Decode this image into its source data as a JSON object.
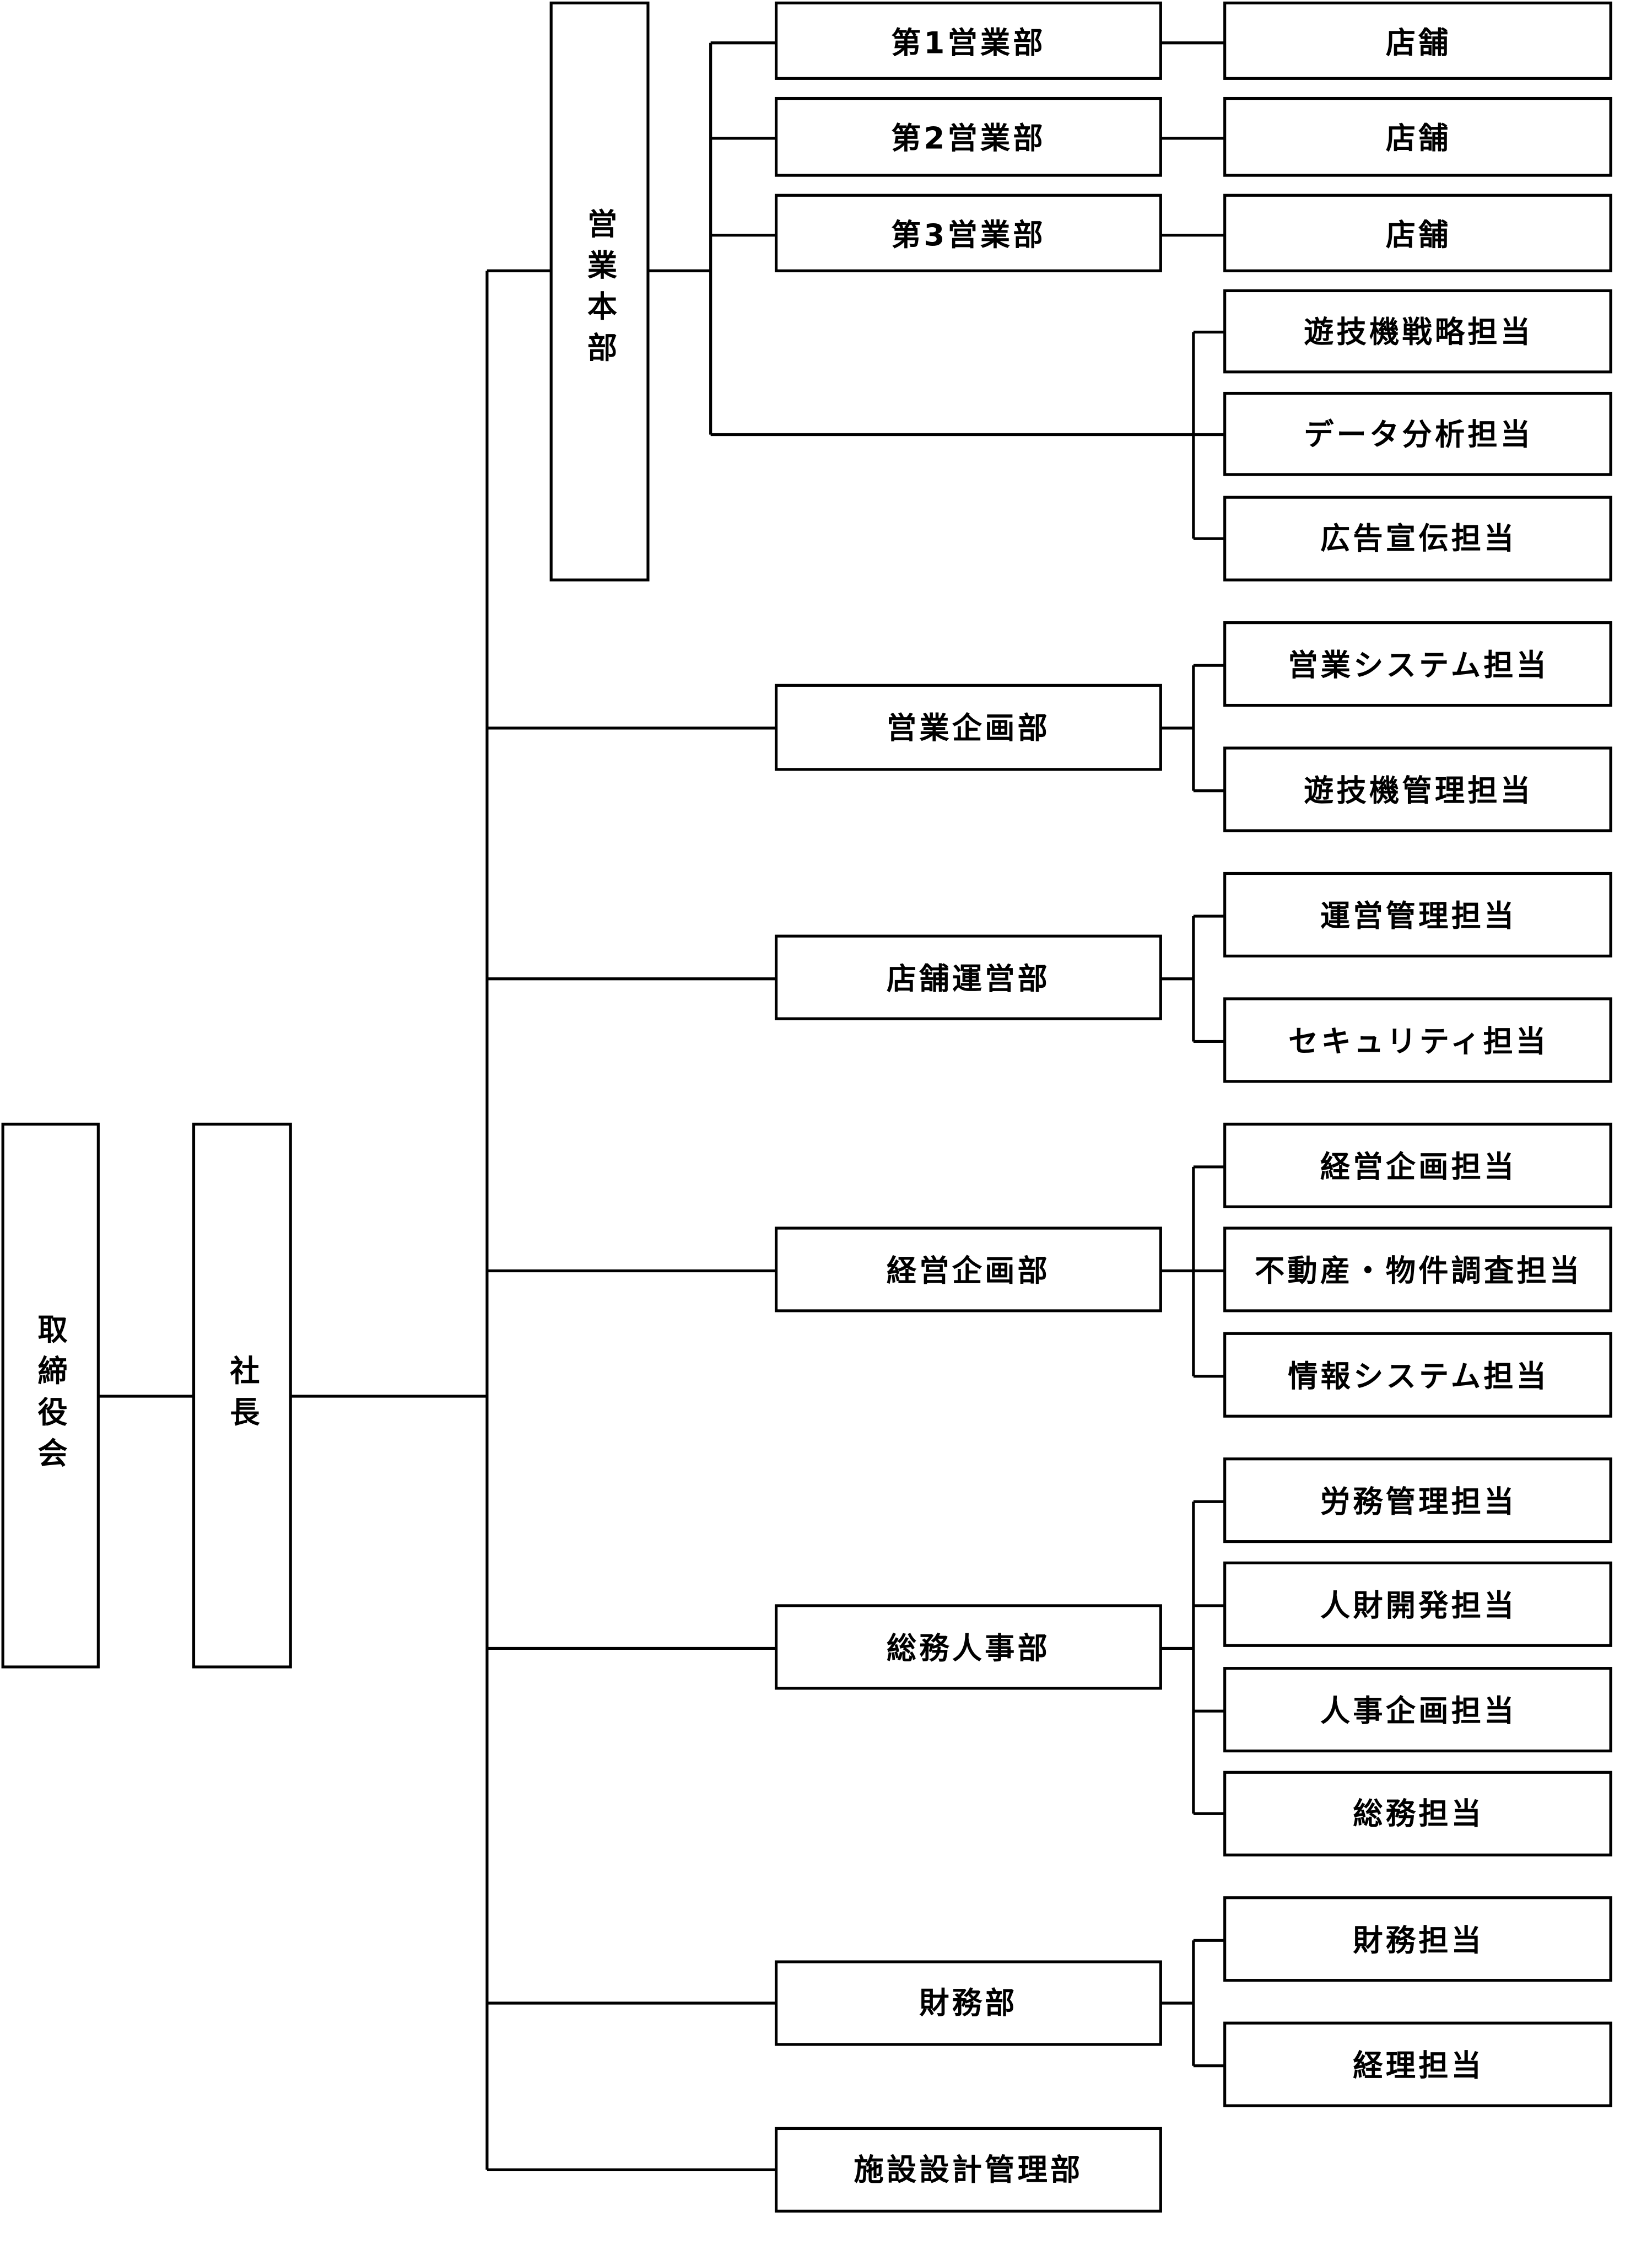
{
  "board": "取締役会",
  "president": "社長",
  "sales_hq": {
    "name": "営業本部",
    "departments": [
      {
        "name": "第1営業部",
        "store": "店舗"
      },
      {
        "name": "第2営業部",
        "store": "店舗"
      },
      {
        "name": "第3営業部",
        "store": "店舗"
      }
    ],
    "staff": [
      "遊技機戦略担当",
      "データ分析担当",
      "広告宣伝担当"
    ]
  },
  "departments": [
    {
      "name": "営業企画部",
      "units": [
        "営業システム担当",
        "遊技機管理担当"
      ]
    },
    {
      "name": "店舗運営部",
      "units": [
        "運営管理担当",
        "セキュリティ担当"
      ]
    },
    {
      "name": "経営企画部",
      "units": [
        "経営企画担当",
        "不動産・物件調査担当",
        "情報システム担当"
      ]
    },
    {
      "name": "総務人事部",
      "units": [
        "労務管理担当",
        "人財開発担当",
        "人事企画担当",
        "総務担当"
      ]
    },
    {
      "name": "財務部",
      "units": [
        "財務担当",
        "経理担当"
      ]
    },
    {
      "name": "施設設計管理部",
      "units": []
    }
  ]
}
